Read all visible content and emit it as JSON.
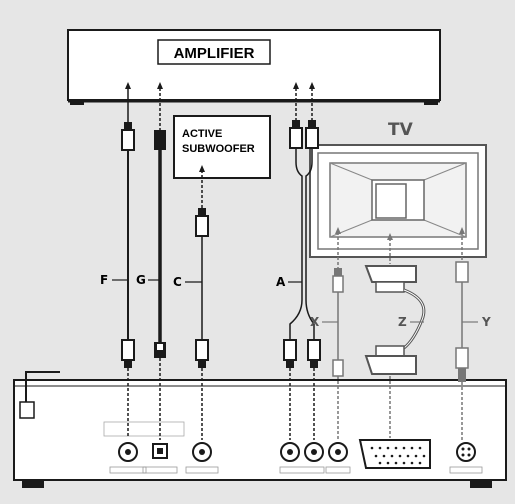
{
  "diagram": {
    "amplifier_label": "AMPLIFIER",
    "subwoofer_label_line1": "ACTIVE",
    "subwoofer_label_line2": "SUBWOOFER",
    "tv_label": "TV",
    "cable_labels": {
      "F": "F",
      "G": "G",
      "C": "C",
      "A": "A",
      "X": "X",
      "Z": "Z",
      "Y": "Y"
    },
    "colors": {
      "background": "#e6e6e6",
      "line": "#1a1a1a",
      "panel": "#ffffff"
    }
  }
}
